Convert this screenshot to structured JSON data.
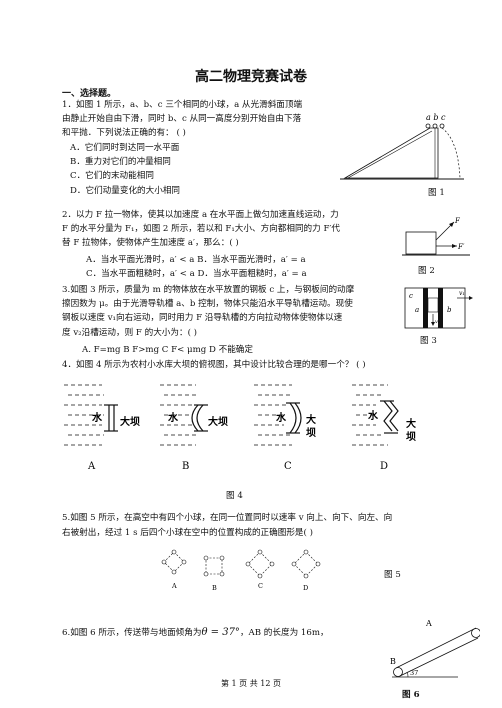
{
  "title": "高二物理竞赛试卷",
  "section": "一、选择题。",
  "q1": {
    "lines": [
      "1．如图 1 所示，a、b、c 三个相同的小球，a 从光滑斜面顶端",
      "由静止开始自由下滑，同时 b、c 从同一高度分别开始自由下落",
      "和平抛．下列说法正确的有：           (      )"
    ],
    "options": [
      "A．它们同时到达同一水平面",
      "B．重力对它们的冲量相同",
      "C．它们的末动能相同",
      "D．它们动量变化的大小相同"
    ],
    "fig_label": "图 1",
    "fig_text": "a b c"
  },
  "q2": {
    "lines": [
      "2．以力 F 拉一物体，使其以加速度 a 在水平面上做匀加速直线运动，力",
      "F 的水平分量为 F₁，如图 2 所示，若以和 F₁大小、方向都相同的力 F′代",
      "替 F 拉物体，使物体产生加速度 a′，那么：(        )"
    ],
    "options": [
      "A．当水平面光滑时，a′ < a       B．当水平面光滑时，a′ = a",
      "C．当水平面粗糙时，a′ < a       D．当水平面粗糙时，a′ = a"
    ],
    "fig_label": "图 2",
    "fig_f": "F",
    "fig_f1": "F′"
  },
  "q3": {
    "lines": [
      "3.如图 3 所示，质量为 m 的物体放在水平放置的钢板 c 上，与钢板间的动摩",
      "擦因数为 μ。由于光滑导轨槽 a、b 控制，物体只能沿水平导轨槽运动。现使",
      "钢板以速度 v₁向右运动，同时用力 F 沿导轨槽的方向拉动物体使物体以速",
      "度 v₂沿槽运动，则 F 的大小为：(     )"
    ],
    "options": "A.   F=mg       B   F>mg     C   F< μmg        D  不能确定",
    "fig_label": "图 3",
    "fig_c": "c",
    "fig_a": "a",
    "fig_b": "b",
    "fig_v1": "v₁",
    "fig_v2": "v₂"
  },
  "q4": {
    "line": "4．如图 4 所示为农村小水库大坝的俯视图，其中设计比较合理的是哪一个？  (        )",
    "water": "水",
    "dam_label": "大坝",
    "letters": [
      "A",
      "B",
      "C",
      "D"
    ],
    "fig_label": "图 4"
  },
  "q5": {
    "lines": [
      "5.如图 5 所示，在高空中有四个小球，在同一位置同时以速率 v 向上、向下、向左、向",
      "右被射出，经过 1 s 后四个小球在空中的位置构成的正确图形是(        )"
    ],
    "letters": [
      "A",
      "B",
      "C",
      "D"
    ],
    "fig_label": "图 5"
  },
  "q6": {
    "line_a": "6.如图 6 所示，传送带与地面倾角为",
    "theta": "θ = 37°",
    "line_b": "，AB 的长度为 16m，",
    "fig_label": "图 6",
    "fig_a": "A",
    "fig_b": "B",
    "fig_angle": "37"
  },
  "footer": "第  1  页  共  12  页"
}
